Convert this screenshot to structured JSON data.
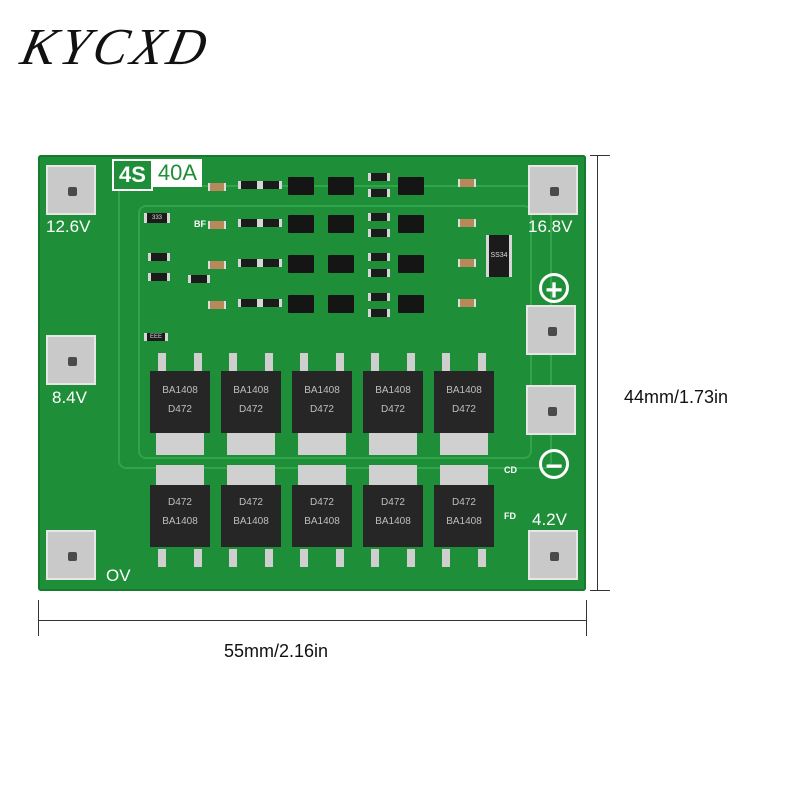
{
  "brand": "KYCXD",
  "board": {
    "badge_cells": "4S",
    "badge_current": "40A",
    "voltages": {
      "v12_6": "12.6V",
      "v16_8": "16.8V",
      "v8_4": "8.4V",
      "v4_2": "4.2V",
      "v0": "OV"
    },
    "silkscreen": {
      "bf": "BF",
      "cd": "CD",
      "fd": "FD",
      "ss34": "SS34",
      "r333": "333",
      "eee": "EEE"
    },
    "mosfet_top_code": "BA1408",
    "mosfet_top_part": "D472",
    "mosfet_bottom_part": "D472",
    "mosfet_bottom_code": "BA1408",
    "plus_symbol": "+",
    "minus_symbol": "−"
  },
  "dimensions": {
    "height": "44mm/1.73in",
    "width": "55mm/2.16in"
  },
  "colors": {
    "pcb": "#1f8e38",
    "silkscreen": "#ffffff",
    "pad": "#c9c9c9",
    "component": "#1b1b1b"
  }
}
